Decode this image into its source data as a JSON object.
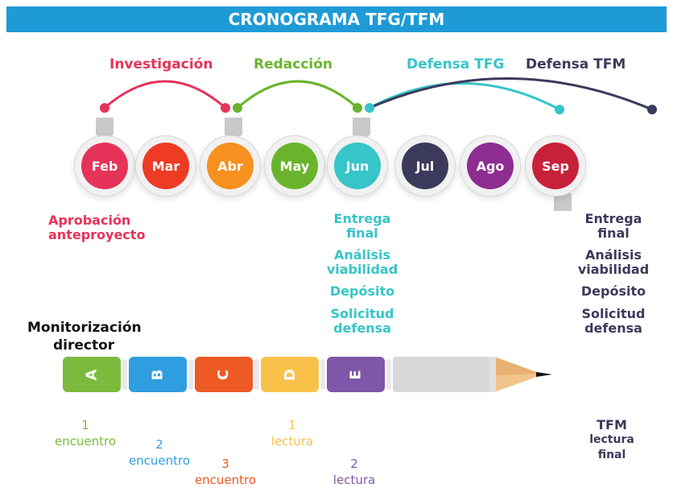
{
  "title": "CRONOGRAMA TFG/TFM",
  "phases": {
    "investigacion": "Investigación",
    "redaccion": "Redacción",
    "defensa_tfg": "Defensa TFG",
    "defensa_tfm": "Defensa TFM"
  },
  "months": [
    "Feb",
    "Mar",
    "Abr",
    "May",
    "Jun",
    "Jul",
    "Ago",
    "Sep"
  ],
  "month_colors": [
    "#e6335a",
    "#ee3b24",
    "#f7901e",
    "#6ab42d",
    "#36c5c8",
    "#3b3a5c",
    "#8e2d91",
    "#c8213a"
  ],
  "milestones": {
    "aprobacion": [
      "Aprobación",
      "anteproyecto"
    ],
    "jun": {
      "entrega": [
        "Entrega",
        "final"
      ],
      "analisis": [
        "Análisis",
        "viabilidad"
      ],
      "deposito": "Depósito",
      "solicitud": [
        "Solicitud",
        "defensa"
      ]
    },
    "sep": {
      "entrega": [
        "Entrega",
        "final"
      ],
      "analisis": [
        "Análisis",
        "viabilidad"
      ],
      "deposito": "Depósito",
      "solicitud": [
        "Solicitud",
        "defensa"
      ]
    }
  },
  "monitor": [
    "Monitorización",
    "director"
  ],
  "pencil_segments": [
    "A",
    "B",
    "C",
    "D",
    "E"
  ],
  "pencil_colors": [
    "#7cba3d",
    "#2f9ee0",
    "#ee5a24",
    "#f8c24a",
    "#7e57a8"
  ],
  "meetings": [
    {
      "num": "1",
      "text": "encuentro",
      "color": "#7cba3d"
    },
    {
      "num": "2",
      "text": "encuentro",
      "color": "#2f9ee0"
    },
    {
      "num": "3",
      "text": "encuentro",
      "color": "#ee5a24"
    },
    {
      "num": "1",
      "text": "lectura",
      "color": "#f8c24a"
    },
    {
      "num": "2",
      "text": "lectura",
      "color": "#7e57a8"
    }
  ],
  "tfm": [
    "TFM",
    "lectura",
    "final"
  ]
}
